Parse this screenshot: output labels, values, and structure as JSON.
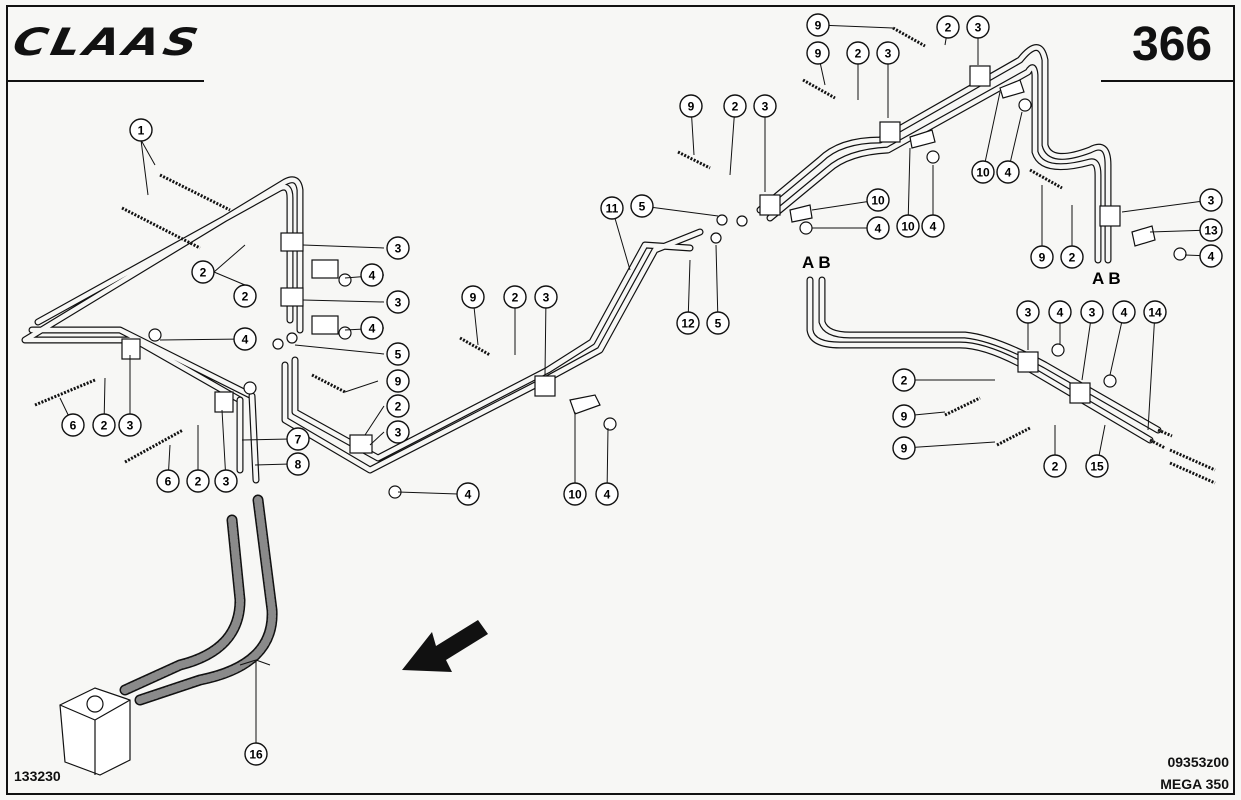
{
  "header": {
    "brand": "CLAAS",
    "page_number": "366"
  },
  "footer": {
    "drawing_number": "133230",
    "figure_code": "09353z00",
    "model": "MEGA 350"
  },
  "line_markers": {
    "upper_left": "A B",
    "upper_right": "A B"
  },
  "callouts": [
    {
      "label": "1"
    },
    {
      "label": "2"
    },
    {
      "label": "2"
    },
    {
      "label": "3"
    },
    {
      "label": "4"
    },
    {
      "label": "3"
    },
    {
      "label": "4"
    },
    {
      "label": "5"
    },
    {
      "label": "4"
    },
    {
      "label": "6"
    },
    {
      "label": "2"
    },
    {
      "label": "3"
    },
    {
      "label": "6"
    },
    {
      "label": "2"
    },
    {
      "label": "3"
    },
    {
      "label": "7"
    },
    {
      "label": "8"
    },
    {
      "label": "9"
    },
    {
      "label": "2"
    },
    {
      "label": "3"
    },
    {
      "label": "4"
    },
    {
      "label": "9"
    },
    {
      "label": "2"
    },
    {
      "label": "3"
    },
    {
      "label": "10"
    },
    {
      "label": "4"
    },
    {
      "label": "11"
    },
    {
      "label": "5"
    },
    {
      "label": "12"
    },
    {
      "label": "5"
    },
    {
      "label": "9"
    },
    {
      "label": "2"
    },
    {
      "label": "3"
    },
    {
      "label": "10"
    },
    {
      "label": "4"
    },
    {
      "label": "9"
    },
    {
      "label": "2"
    },
    {
      "label": "3"
    },
    {
      "label": "10"
    },
    {
      "label": "4"
    },
    {
      "label": "9"
    },
    {
      "label": "2"
    },
    {
      "label": "3"
    },
    {
      "label": "10"
    },
    {
      "label": "4"
    },
    {
      "label": "3"
    },
    {
      "label": "13"
    },
    {
      "label": "4"
    },
    {
      "label": "9"
    },
    {
      "label": "2"
    },
    {
      "label": "3"
    },
    {
      "label": "4"
    },
    {
      "label": "3"
    },
    {
      "label": "4"
    },
    {
      "label": "14"
    },
    {
      "label": "2"
    },
    {
      "label": "9"
    },
    {
      "label": "9"
    },
    {
      "label": "2"
    },
    {
      "label": "15"
    },
    {
      "label": "16"
    }
  ]
}
